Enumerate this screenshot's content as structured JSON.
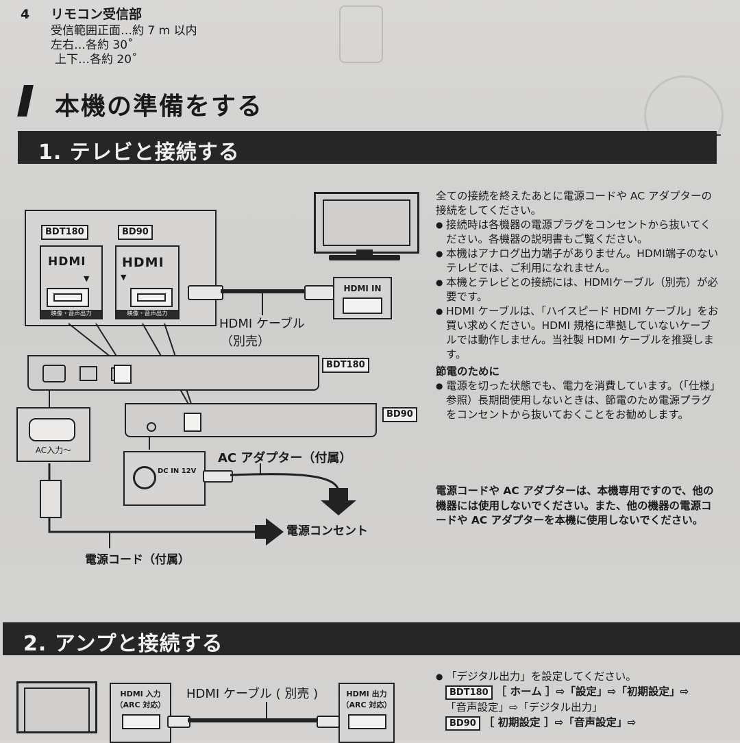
{
  "top": {
    "num": "4",
    "title": "リモコン受信部",
    "lines": [
      "受信範囲正面…約 7 m 以内",
      "左右…各約 30˚",
      "上下…各約 20˚"
    ]
  },
  "main_title": "本機の準備をする",
  "section1": {
    "title": "1. テレビと接続する",
    "diagram": {
      "tag_bdt180": "BDT180",
      "tag_bd90": "BD90",
      "hdmi_logo": "HDMI",
      "port_caption": "映像・音声出力",
      "tv_hdmi_in": "HDMI IN",
      "cable_label": "HDMI ケーブル",
      "cable_note": "（別売）",
      "device_bdt180": "BDT180",
      "device_bd90": "BD90",
      "ac_in_label": "AC入力～",
      "dc_in_label": "DC IN 12V",
      "ac_adapter_label": "AC アダプター（付属）",
      "outlet_label": "電源コンセント",
      "power_cord_label": "電源コード（付属）"
    },
    "intro": "全ての接続を終えたあとに電源コードや AC アダプターの接続をしてください。",
    "bullets": [
      "接続時は各機器の電源プラグをコンセントから抜いてください。各機器の説明書もご覧ください。",
      "本機はアナログ出力端子がありません。HDMI端子のないテレビでは、ご利用になれません。",
      "本機とテレビとの接続には、HDMIケーブル（別売）が必要です。",
      "HDMI ケーブルは、「ハイスピード HDMI ケーブル」をお買い求めください。HDMI 規格に準拠していないケーブルでは動作しません。当社製 HDMI ケーブルを推奨します。"
    ],
    "eco_title": "節電のために",
    "eco_bullet": "電源を切った状態でも、電力を消費しています。（「仕様」参照）長期間使用しないときは、節電のため電源プラグをコンセントから抜いておくことをお勧めします。",
    "warning": "電源コードや AC アダプターは、本機専用ですので、他の機器には使用しないでください。また、他の機器の電源コードや AC アダプターを本機に使用しないでください。"
  },
  "section2": {
    "title": "2. アンプと接続する",
    "hdmi_in_arc": "HDMI 入力",
    "arc_note": "（ARC 対応）",
    "cable_label": "HDMI ケーブル ( 別売 )",
    "hdmi_out_arc": "HDMI 出力",
    "bullet": "「デジタル出力」を設定してください。",
    "bdt180_tag": "BDT180",
    "bdt180_path_1": "［ ホーム ］⇨「設定」⇨「初期設定」⇨",
    "bdt180_path_2": "「音声設定」⇨「デジタル出力」",
    "bd90_tag": "BD90",
    "bd90_path": "［ 初期設定 ］⇨「音声設定」⇨"
  },
  "colors": {
    "paper": "#d4d3d1",
    "ink": "#1a1a1a",
    "bar": "#262626"
  }
}
